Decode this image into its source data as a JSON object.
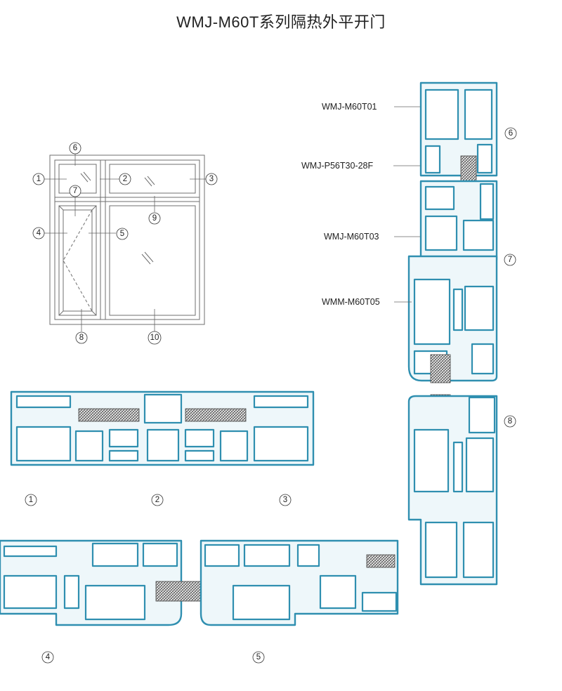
{
  "title": "WMJ-M60T系列隔热外平开门",
  "section_labels": {
    "frame": "WMJ-M60T01",
    "mullion": "WMJ-P56T30-28F",
    "sash": "WMJ-M60T03",
    "door_leaf": "WMM-M60T05"
  },
  "callouts": {
    "elevation": [
      "1",
      "2",
      "3",
      "4",
      "5",
      "6",
      "7",
      "8",
      "9",
      "10"
    ],
    "vertical_section": [
      "6",
      "7",
      "8"
    ],
    "horizontal_top": [
      "1",
      "2",
      "3"
    ],
    "horizontal_bottom": [
      "4",
      "5"
    ]
  },
  "colors": {
    "profile_stroke": "#2f8fb0",
    "profile_fill": "#eef7fa",
    "glass_hatch": "#444444",
    "frame_line": "#6f6f6f"
  }
}
